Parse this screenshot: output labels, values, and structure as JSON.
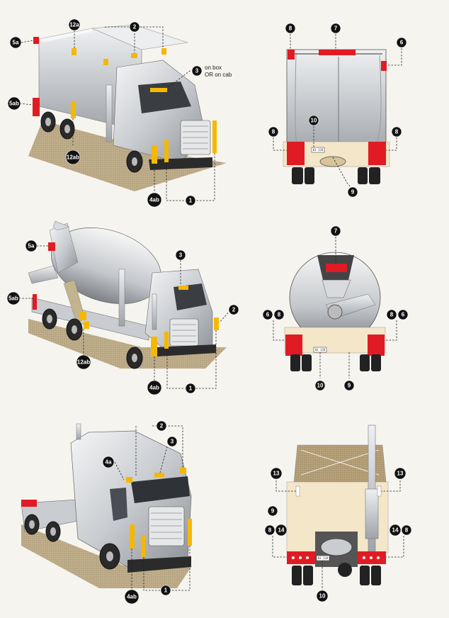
{
  "colors": {
    "background": "#f6f4ef",
    "red_marking": "#e01b24",
    "amber_marking": "#f5b800",
    "metal": "#cfd2d6",
    "ground": "#b8a27a",
    "cream_panel": "#f4e6c8",
    "callout": "#111111"
  },
  "callouts": {
    "c1": "1",
    "c2": "2",
    "c3": "3",
    "c4ab": "4ab",
    "c4a": "4a",
    "c5a": "5a",
    "c5ab": "5ab",
    "c6": "6",
    "c7": "7",
    "c8": "8",
    "c9": "9",
    "c10": "10",
    "c12a": "12a",
    "c12ab": "12ab",
    "c13": "13",
    "c14": "14"
  },
  "box_truck_note": {
    "line1": "on box",
    "line2": "OR on cab"
  },
  "plate_text": "03 128",
  "icons": [
    "box-truck-illustration",
    "mixer-truck-illustration",
    "tractor-unit-illustration"
  ]
}
